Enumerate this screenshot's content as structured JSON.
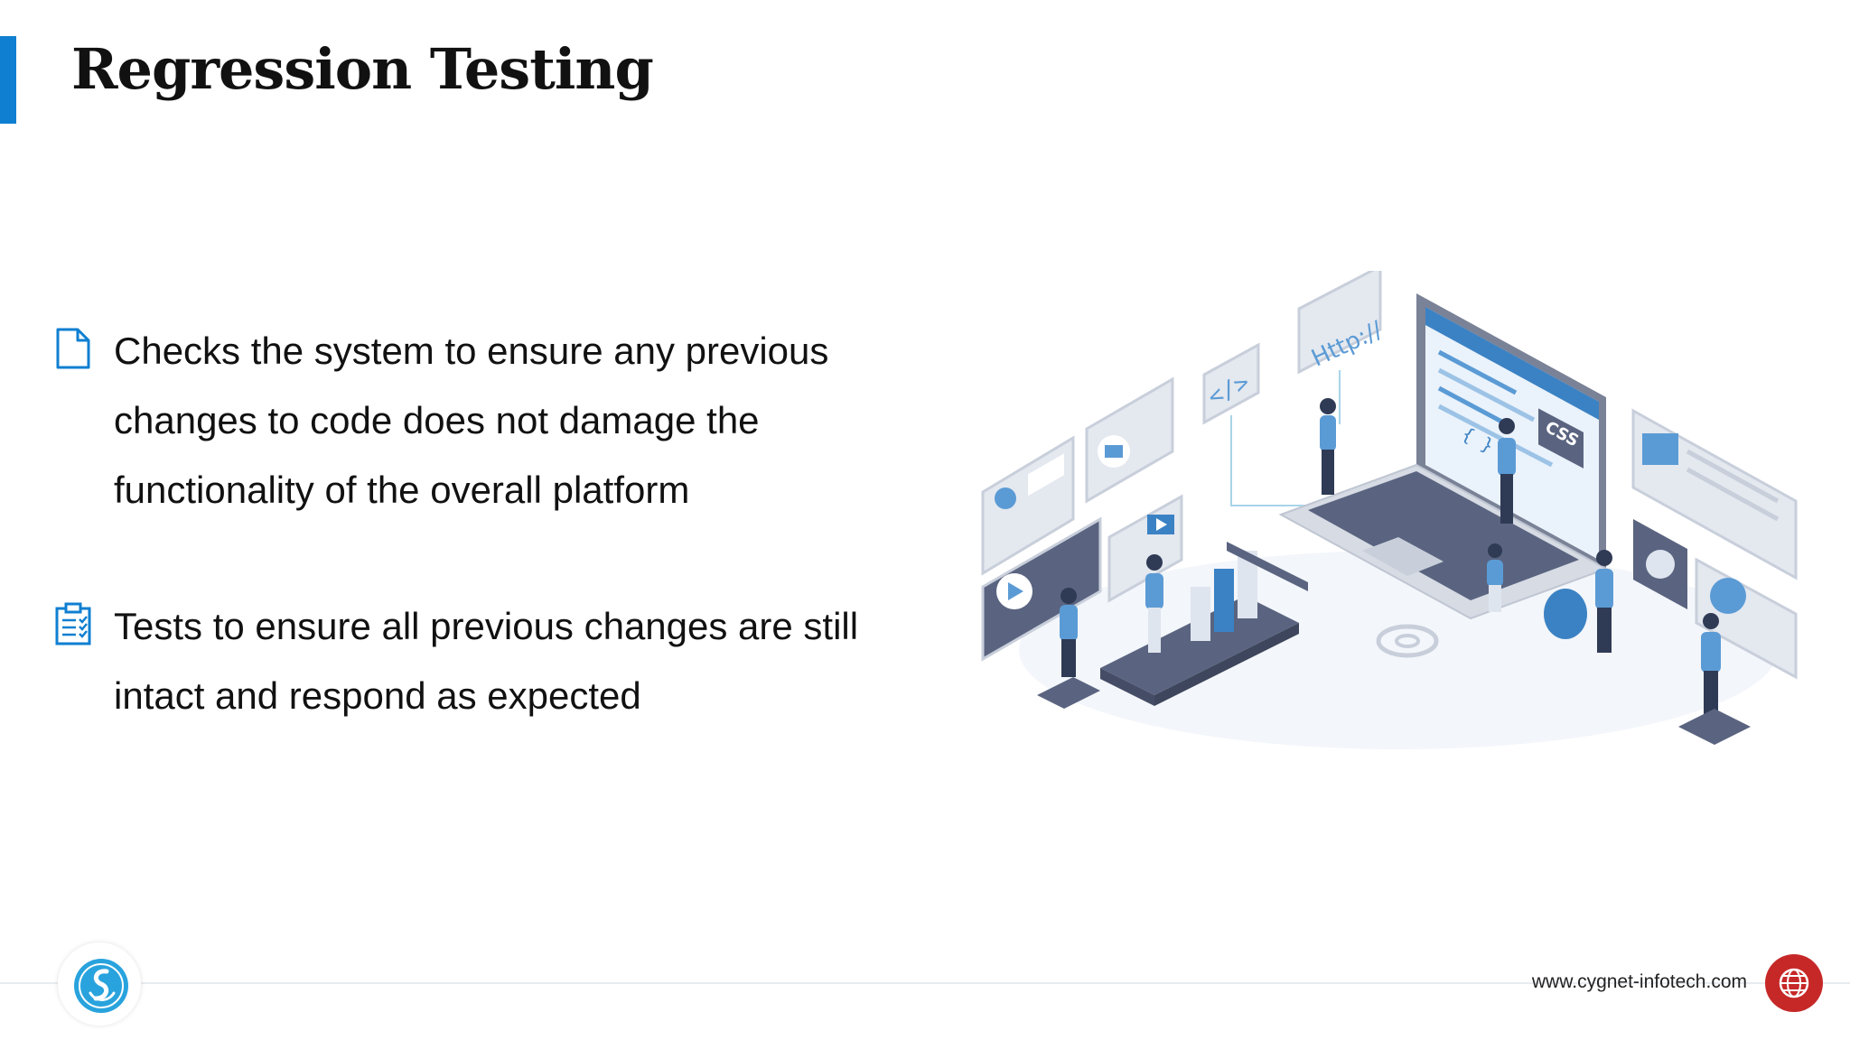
{
  "slide": {
    "title": "Regression Testing",
    "accent_color": "#0f7fd1"
  },
  "bullets": [
    {
      "icon": "document-icon",
      "text": "Checks the system to ensure any previous changes to code does not damage the functionality of the overall platform"
    },
    {
      "icon": "clipboard-checklist-icon",
      "text": "Tests to ensure all previous changes are still intact and respond as expected"
    }
  ],
  "illustration": {
    "labels": {
      "http": "Http://",
      "code_tag": "</>",
      "css": "CSS",
      "braces": "{ }"
    }
  },
  "footer": {
    "url": "www.cygnet-infotech.com",
    "logo": "cygnet-swan-logo",
    "globe_icon": "globe-icon",
    "globe_color": "#c62828"
  }
}
